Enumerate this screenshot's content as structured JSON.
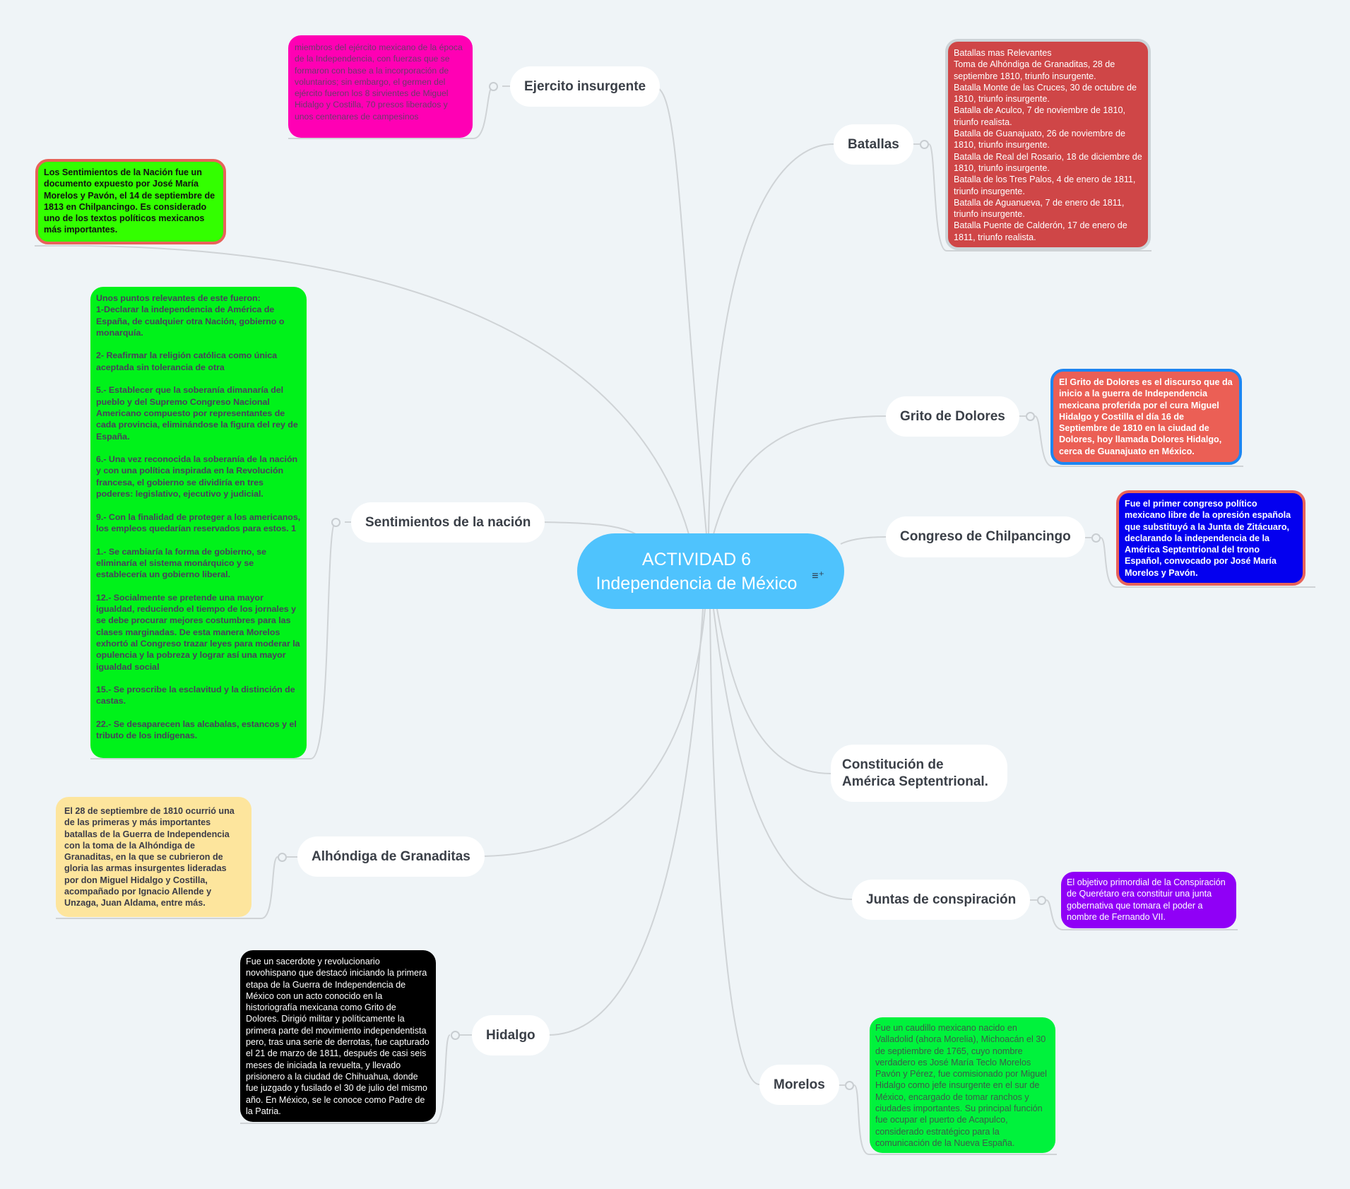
{
  "root": {
    "line1": "ACTIVIDAD 6",
    "line2": "Independencia de México",
    "icon": "add-note-icon"
  },
  "branches": {
    "ejercito": {
      "label": "Ejercito insurgente",
      "note": "miembros del ejército mexicano de la época de la Independencia, con fuerzas que se formaron con base a la incorporación de voluntarios; sin embargo, el germen del ejército fueron los 8 sirvientes de Miguel Hidalgo y Costilla, 70 presos liberados y unos centenares de campesinos",
      "color": "#ff00b4"
    },
    "batallas": {
      "label": "Batallas",
      "note": "Batallas mas Relevantes\nToma de Alhóndiga de Granaditas, 28 de septiembre 1810, triunfo insurgente.\nBatalla Monte de las Cruces, 30 de octubre de 1810, triunfo insurgente.\nBatalla de Aculco, 7 de noviembre de 1810, triunfo realista.\nBatalla de Guanajuato, 26 de noviembre de 1810, triunfo insurgente.\nBatalla de Real del Rosario, 18 de diciembre de 1810, triunfo insurgente.\nBatalla de los Tres Palos, 4 de enero de 1811, triunfo insurgente.\nBatalla de Aguanueva, 7 de enero de 1811, triunfo insurgente.\nBatalla Puente de Calderón, 17 de enero de 1811, triunfo realista.",
      "color": "#cf4647"
    },
    "sentimientos": {
      "label": "Sentimientos de la nación",
      "note_top": "Los Sentimientos de la Nación fue un documento expuesto por José María Morelos y Pavón, el 14 de septiembre de 1813 en Chilpancingo. Es considerado uno de los textos políticos mexicanos más importantes.",
      "note": "Unos puntos relevantes de este fueron:\n1-Declarar la independencia de América de España, de cualquier otra Nación, gobierno o monarquía.\n\n2- Reafirmar la religión católica como única aceptada sin tolerancia de otra\n\n5.- Establecer que la soberanía dimanaría del pueblo y del Supremo Congreso Nacional Americano compuesto por representantes de cada provincia, eliminándose la figura del rey de España.\n\n6.- Una vez reconocida la soberanía de la nación y con una política inspirada en la Revolución francesa, el gobierno se dividiría en tres poderes: legislativo, ejecutivo y judicial.\n\n9.- Con la finalidad de proteger a los americanos, los empleos quedarían reservados para estos. 1\n\n1.- Se cambiaría la forma de gobierno, se eliminaría el sistema monárquico y se establecería un gobierno liberal.\n\n12.- Socialmente se pretende una mayor igualdad, reduciendo el tiempo de los jornales y se debe procurar mejores costumbres para las clases marginadas. De esta manera Morelos exhortó al Congreso trazar leyes para moderar la opulencia y la pobreza y lograr así una mayor igualdad social\n\n15.- Se proscribe la esclavitud y la distinción de castas.\n\n22.- Se desaparecen las alcabalas, estancos y el tributo de los indígenas."
    },
    "grito": {
      "label": "Grito de Dolores",
      "note": "El Grito de Dolores es el discurso que da inicio a la guerra de Independencia mexicana proferida por el cura Miguel Hidalgo y Costilla el día 16 de Septiembre de 1810 en la ciudad de Dolores, hoy llamada Dolores Hidalgo, cerca de Guanajuato en México."
    },
    "congreso": {
      "label": "Congreso de Chilpancingo",
      "note": "Fue el primer congreso político mexicano libre de la opresión española que substituyó a la Junta de Zitácuaro, declarando la independencia de la América Septentrional del trono Español, convocado por José María Morelos y Pavón."
    },
    "constitucion": {
      "label": "Constitución de América Septentrional."
    },
    "alhondiga": {
      "label": "Alhóndiga de Granaditas",
      "note": "El 28 de septiembre de 1810 ocurrió una de las primeras y más importantes batallas de la Guerra de Independencia con la toma de la Alhóndiga de Granaditas, en la que se cubrieron de gloria las armas insurgentes lideradas por don Miguel Hidalgo y Costilla, acompañado por Ignacio Allende y Unzaga, Juan Aldama, entre más."
    },
    "juntas": {
      "label": "Juntas de conspiración",
      "note": "El objetivo primordial de la Conspiración de Querétaro era constituir una junta gobernativa que tomara el poder a nombre de Fernando VII."
    },
    "hidalgo": {
      "label": "Hidalgo",
      "note": "Fue un sacerdote y revolucionario novohispano que destacó iniciando la primera etapa de la Guerra de Independencia de México con un acto conocido en la historiografía mexicana como Grito de Dolores. Dirigió militar y políticamente la primera parte del movimiento independentista pero, tras una serie de derrotas, fue capturado el 21 de marzo de 1811, después de casi seis meses de iniciada la revuelta, y llevado prisionero a la ciudad de Chihuahua, donde fue juzgado y fusilado el 30 de julio del mismo año. En México, se le conoce como Padre de la Patria."
    },
    "morelos": {
      "label": "Morelos",
      "note": "Fue un caudillo mexicano nacido en Valladolid (ahora Morelia), Michoacán el 30 de septiembre de 1765, cuyo nombre verdadero es José María Teclo Morelos Pavón y Pérez, fue comisionado por Miguel Hidalgo como jefe insurgente en el sur de México, encargado de tomar ranchos y ciudades importantes. Su principal función fue ocupar el puerto de Acapulco, considerado estratégico para la comunicación de la Nueva España."
    }
  }
}
